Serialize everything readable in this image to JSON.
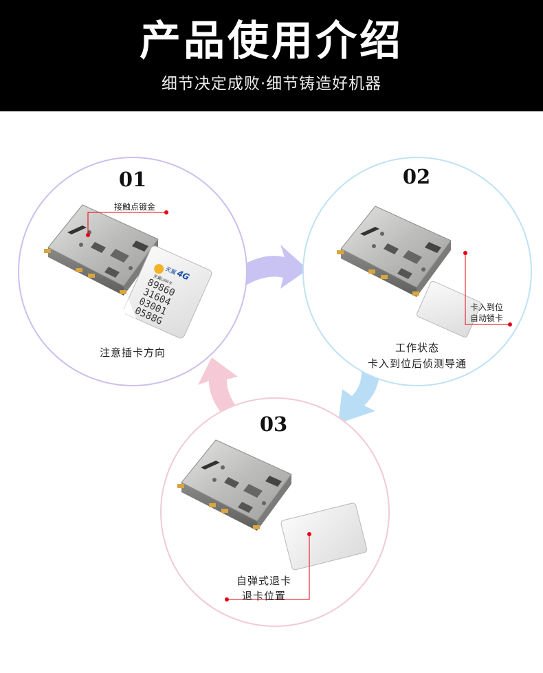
{
  "header": {
    "title": "产品使用介绍",
    "subtitle": "细节决定成败·细节铸造好机器"
  },
  "steps": [
    {
      "number": "01",
      "callout": "接触点镀金",
      "caption": "注意插卡方向"
    },
    {
      "number": "02",
      "callout_line1": "卡入到位",
      "callout_line2": "自动锁卡",
      "caption_line1": "工作状态",
      "caption_line2": "卡入到位后侦测导通"
    },
    {
      "number": "03",
      "caption_line1": "自弹式退卡",
      "caption_line2": "退卡位置"
    }
  ],
  "sim_card": {
    "brand": "天翼",
    "network": "4G",
    "card_type": "天翼UIM卡",
    "number_lines": [
      "89860",
      "31604",
      "03001",
      "0588G"
    ]
  },
  "colors": {
    "header_bg": "#000000",
    "circle1": "#cdbfee",
    "circle2": "#bfe2f4",
    "circle3": "#f3c9d4",
    "arrow_purple": "#c9c3f4",
    "arrow_blue": "#b9ddf4",
    "arrow_pink": "#f5c9d6",
    "marker_red": "#e60012"
  }
}
